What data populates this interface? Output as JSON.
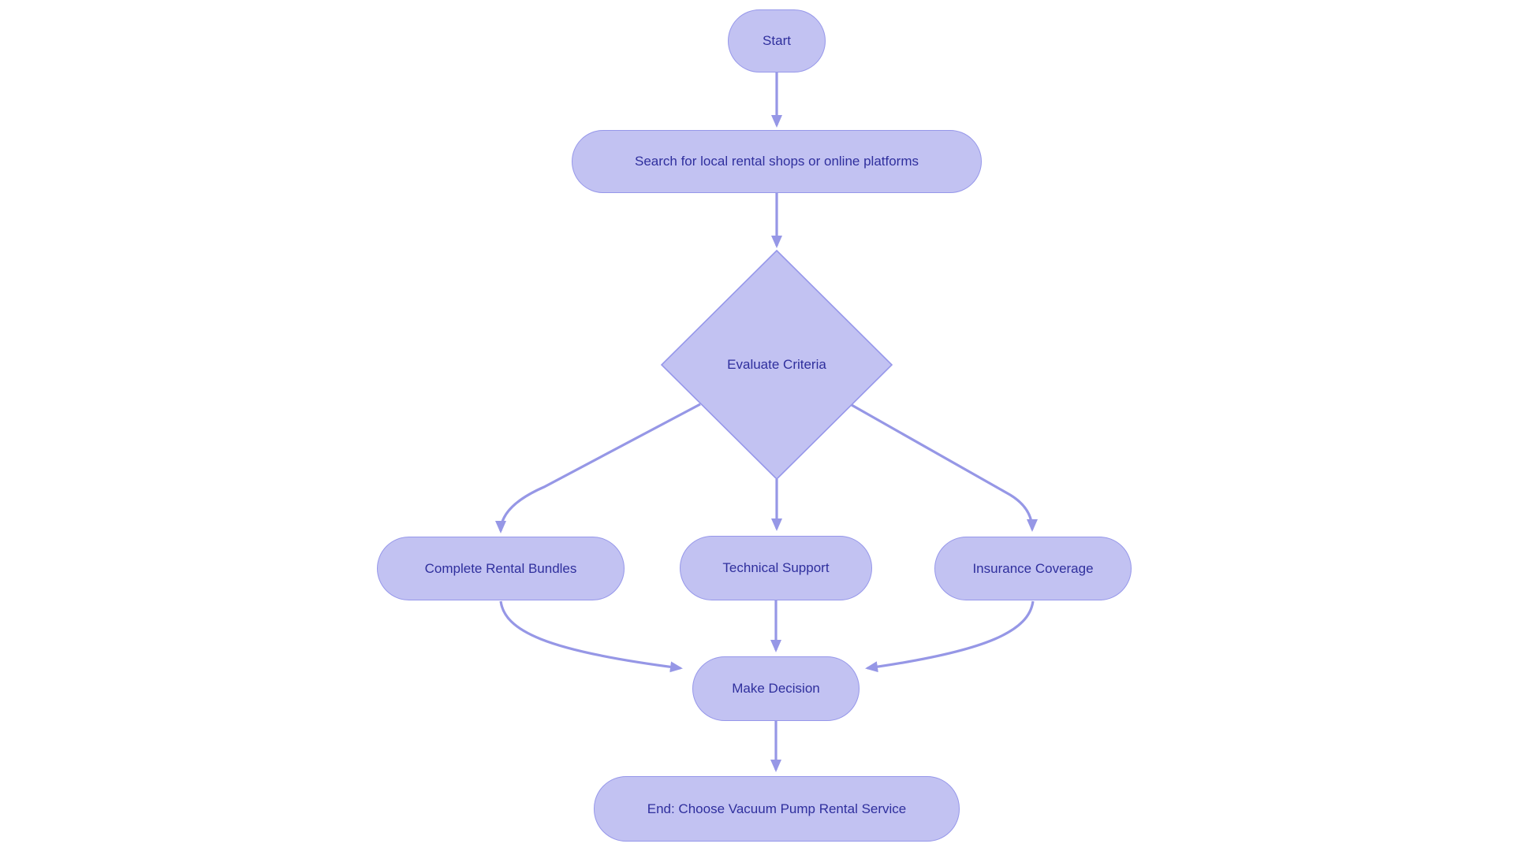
{
  "diagram": {
    "type": "flowchart",
    "direction": "top-down",
    "nodes": {
      "start": {
        "label": "Start",
        "shape": "stadium"
      },
      "search": {
        "label": "Search for local rental shops or online platforms",
        "shape": "stadium"
      },
      "evaluate": {
        "label": "Evaluate Criteria",
        "shape": "diamond"
      },
      "complete": {
        "label": "Complete Rental Bundles",
        "shape": "stadium"
      },
      "technical": {
        "label": "Technical Support",
        "shape": "stadium"
      },
      "insurance": {
        "label": "Insurance Coverage",
        "shape": "stadium"
      },
      "decision": {
        "label": "Make Decision",
        "shape": "stadium"
      },
      "end": {
        "label": "End: Choose Vacuum Pump Rental Service",
        "shape": "stadium"
      }
    },
    "edges": [
      {
        "from": "start",
        "to": "search"
      },
      {
        "from": "search",
        "to": "evaluate"
      },
      {
        "from": "evaluate",
        "to": "complete"
      },
      {
        "from": "evaluate",
        "to": "technical"
      },
      {
        "from": "evaluate",
        "to": "insurance"
      },
      {
        "from": "complete",
        "to": "decision"
      },
      {
        "from": "technical",
        "to": "decision"
      },
      {
        "from": "insurance",
        "to": "decision"
      },
      {
        "from": "decision",
        "to": "end"
      }
    ]
  },
  "colors": {
    "bg": "#ffffff",
    "node_fill": "#c2c2f2",
    "node_stroke": "#9697ea",
    "edge_color": "#9697e6",
    "text_color": "#2f2f9d"
  }
}
